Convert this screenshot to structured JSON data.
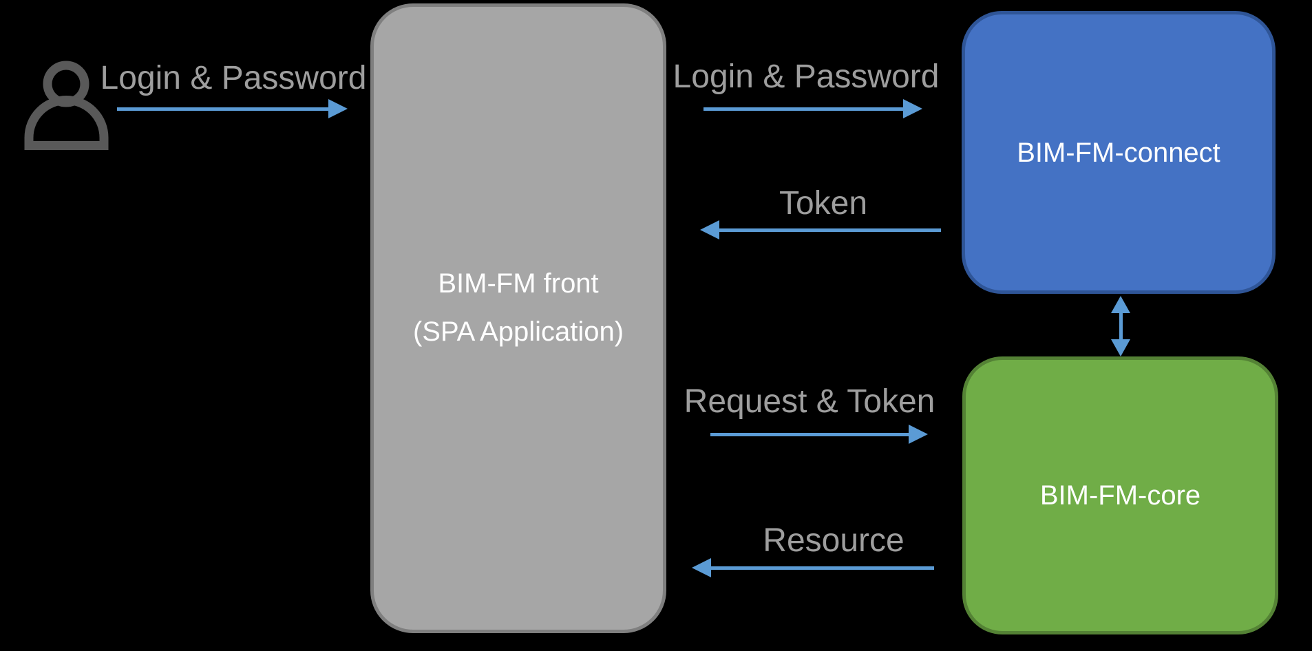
{
  "diagram": {
    "actor": {
      "icon": "person-icon"
    },
    "nodes": {
      "front": {
        "line1": "BIM-FM front",
        "line2": "(SPA Application)"
      },
      "connect": {
        "label": "BIM-FM-connect"
      },
      "core": {
        "label": "BIM-FM-core"
      }
    },
    "edges": {
      "user_to_front": {
        "label": "Login & Password",
        "direction": "right"
      },
      "front_to_connect": {
        "label": "Login & Password",
        "direction": "right"
      },
      "connect_to_front": {
        "label": "Token",
        "direction": "left"
      },
      "front_to_core": {
        "label": "Request & Token",
        "direction": "right"
      },
      "core_to_front": {
        "label": "Resource",
        "direction": "left"
      },
      "connect_core_sync": {
        "label": "",
        "direction": "both"
      }
    },
    "colors": {
      "background": "#000000",
      "frontFill": "#A6A6A6",
      "frontBorder": "#7F7F7F",
      "connectFill": "#4472C4",
      "connectBorder": "#2F5597",
      "coreFill": "#70AD47",
      "coreBorder": "#548235",
      "arrow": "#5B9BD5",
      "labelText": "#9E9E9E",
      "nodeText": "#FFFFFF",
      "personIcon": "#595959"
    }
  }
}
